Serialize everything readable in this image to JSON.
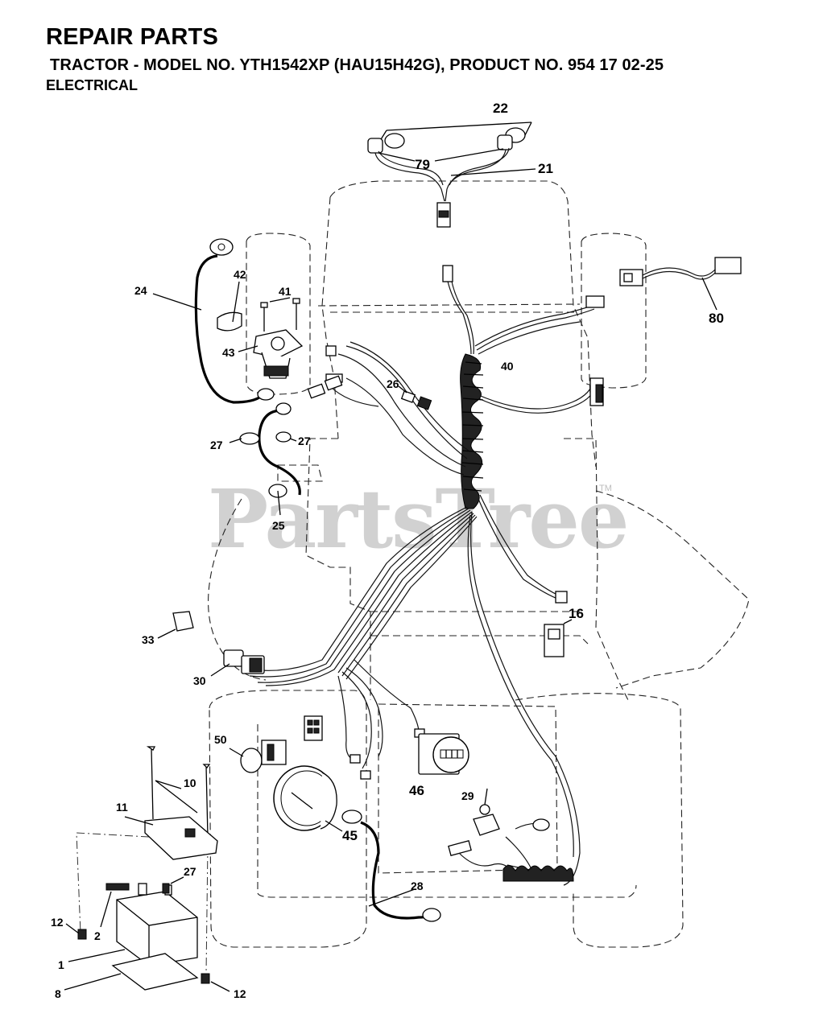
{
  "header": {
    "title": "REPAIR PARTS",
    "subtitle": "TRACTOR - MODEL NO. YTH1542XP (HAU15H42G), PRODUCT NO. 954 17 02-25",
    "section": "ELECTRICAL"
  },
  "watermark": {
    "text": "PartsTree",
    "mark": "TM"
  },
  "callouts": {
    "c22": "22",
    "c79": "79",
    "c21": "21",
    "c80": "80",
    "c24": "24",
    "c42": "42",
    "c41": "41",
    "c43": "43",
    "c40": "40",
    "c26": "26",
    "c27a": "27",
    "c27b": "27",
    "c25": "25",
    "c16": "16",
    "c33": "33",
    "c30": "30",
    "c50": "50",
    "c10": "10",
    "c11": "11",
    "c46": "46",
    "c29": "29",
    "c45": "45",
    "c27c": "27",
    "c28": "28",
    "c12a": "12",
    "c2": "2",
    "c1": "1",
    "c8": "8",
    "c12b": "12"
  }
}
